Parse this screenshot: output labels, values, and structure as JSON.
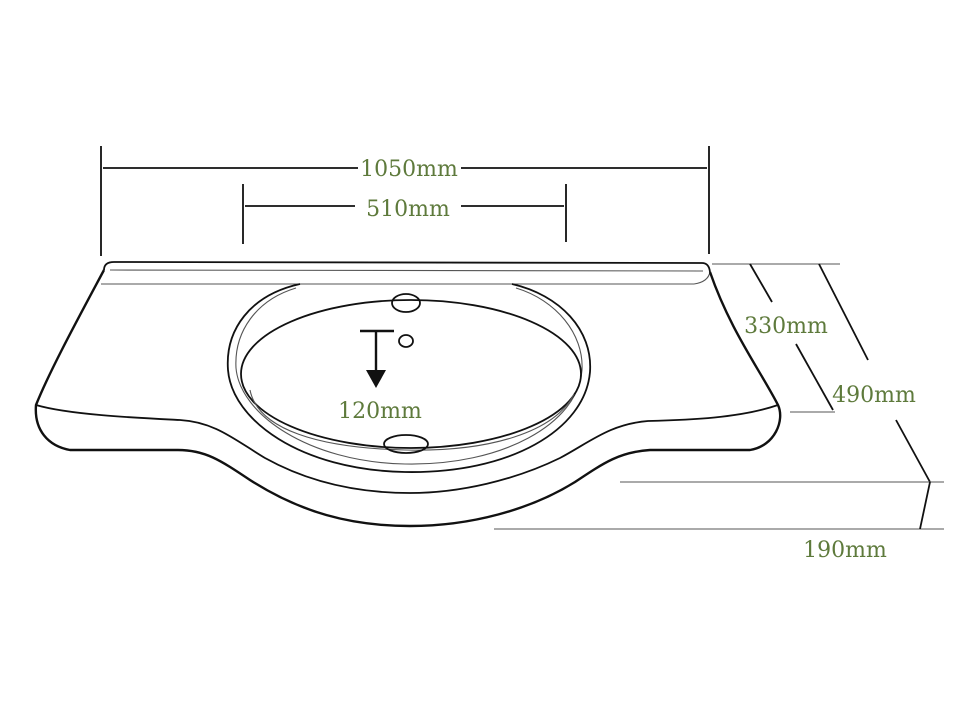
{
  "dimensions": {
    "total_width": "1050mm",
    "basin_width": "510mm",
    "basin_depth_label": "120mm",
    "side_depth": "330mm",
    "total_depth": "490mm",
    "front_projection": "190mm"
  },
  "colors": {
    "dimension_text": "#5e7a3c",
    "outline": "#111111"
  }
}
